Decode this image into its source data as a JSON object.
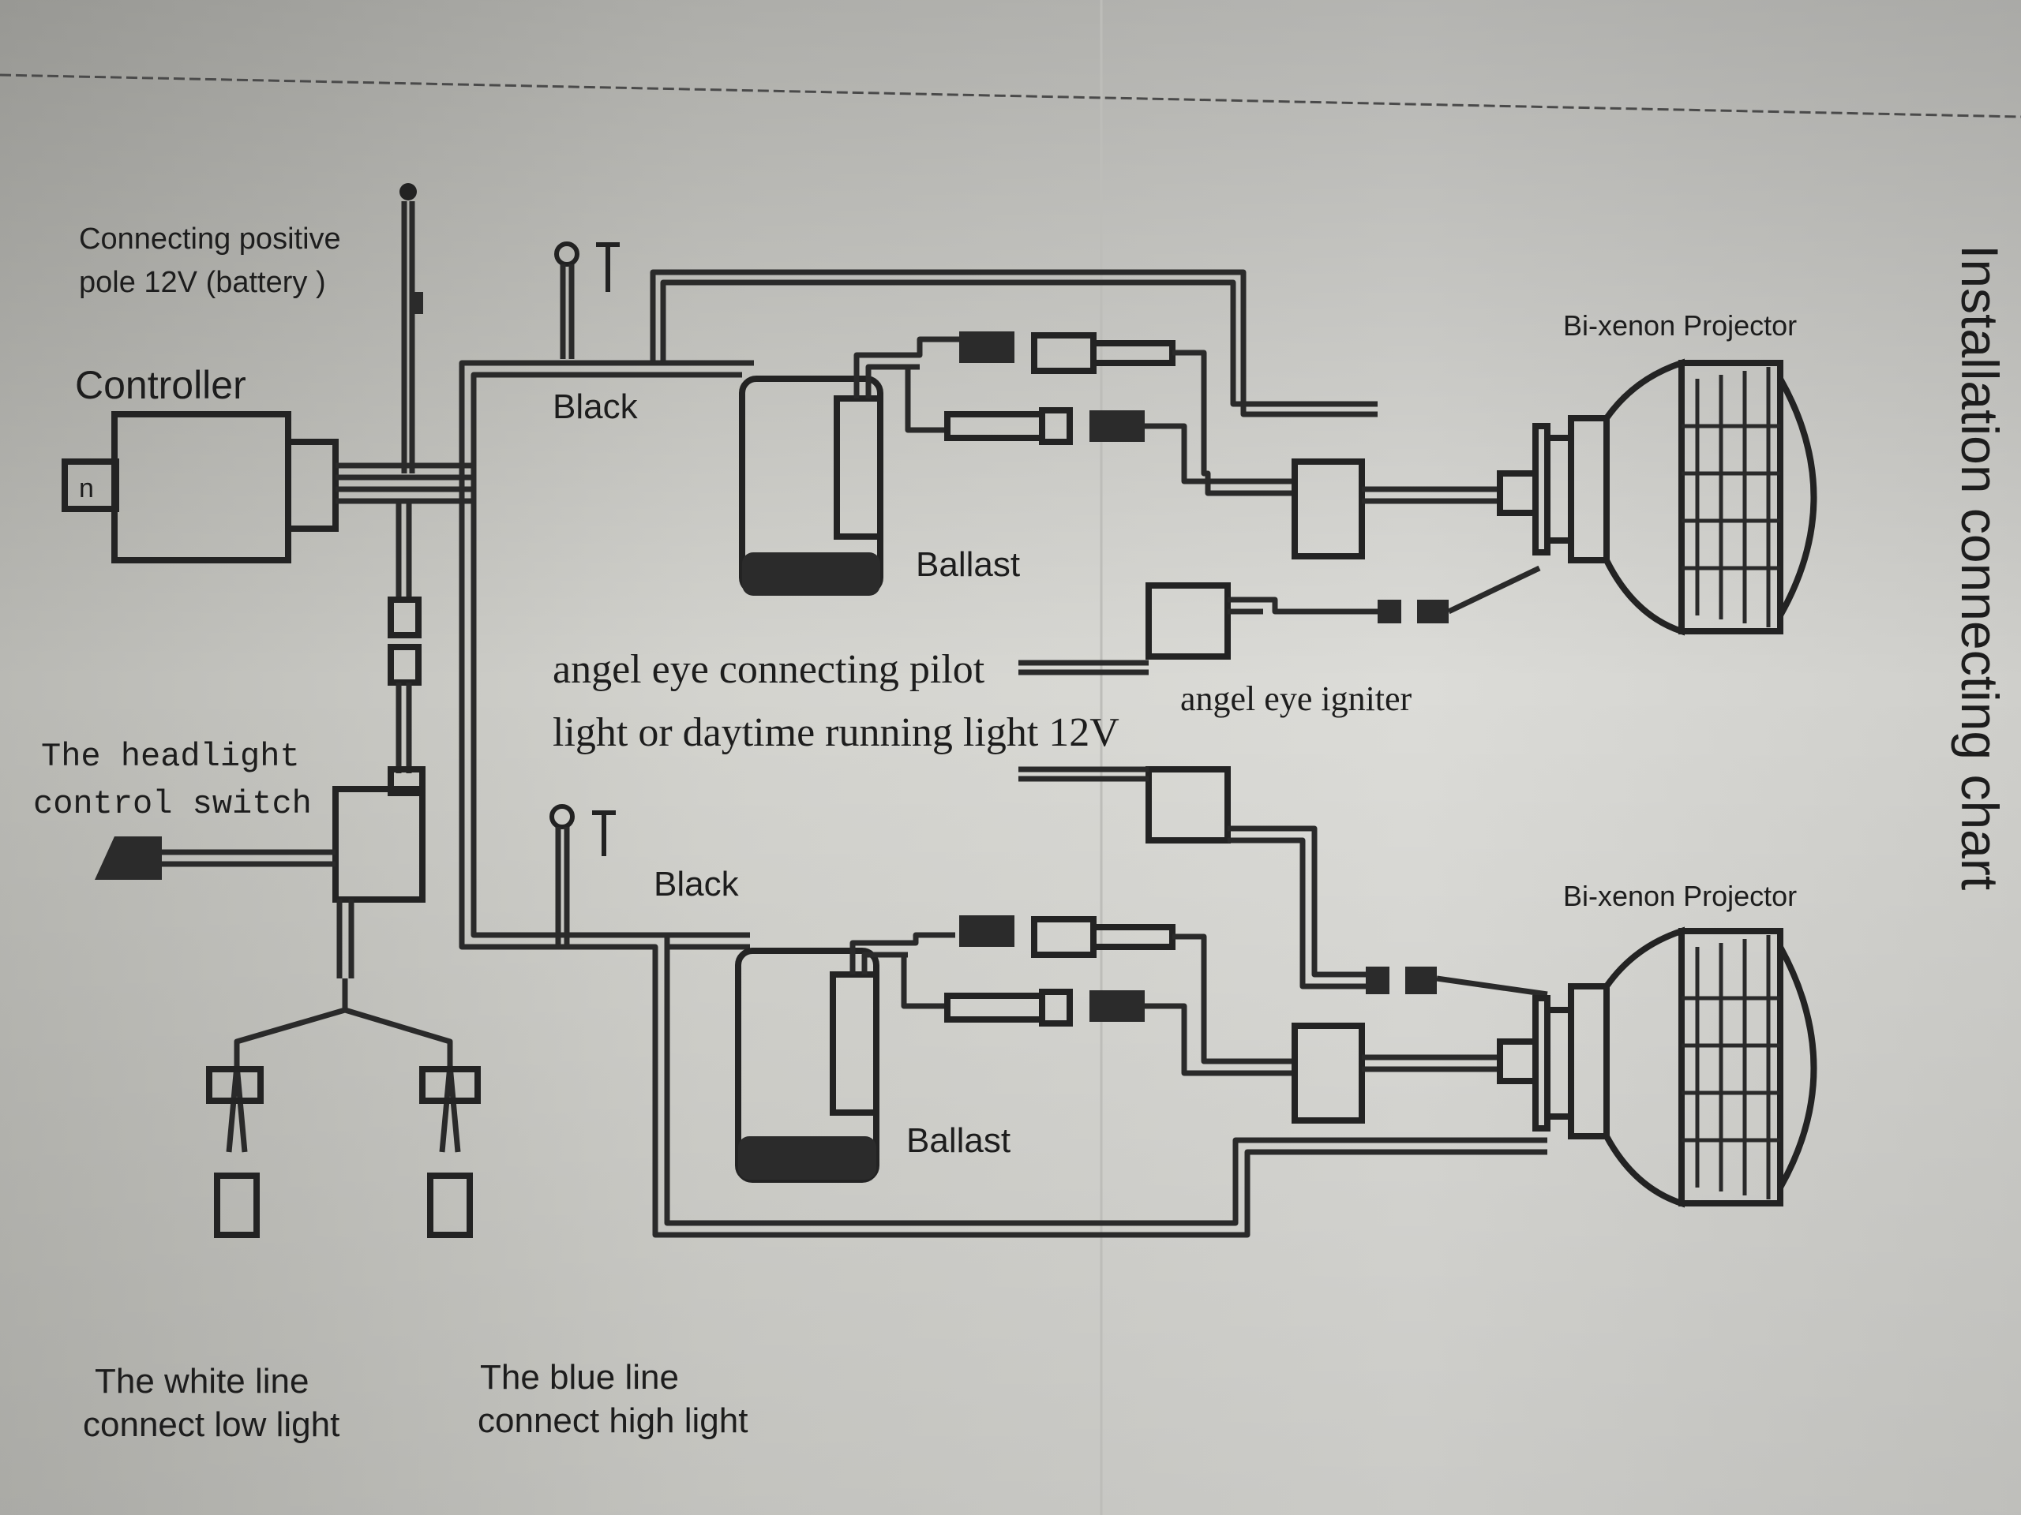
{
  "diagram": {
    "title": "Installation connecting chart",
    "labels": {
      "battery": [
        "Connecting positive",
        "pole 12V (battery )"
      ],
      "controller": "Controller",
      "black_top": "Black",
      "black_bottom": "Black",
      "ballast_top": "Ballast",
      "ballast_bottom": "Ballast",
      "projector_top": "Bi-xenon Projector",
      "projector_bottom": "Bi-xenon Projector",
      "angel_eye_pilot": [
        "angel eye connecting pilot",
        "light or daytime running light 12V"
      ],
      "angel_eye_igniter": "angel eye igniter",
      "headlight_switch": [
        "The headlight",
        "control switch"
      ],
      "white_line": [
        "The white line",
        "connect low light"
      ],
      "blue_line": [
        "The blue line",
        "connect high light"
      ]
    }
  }
}
